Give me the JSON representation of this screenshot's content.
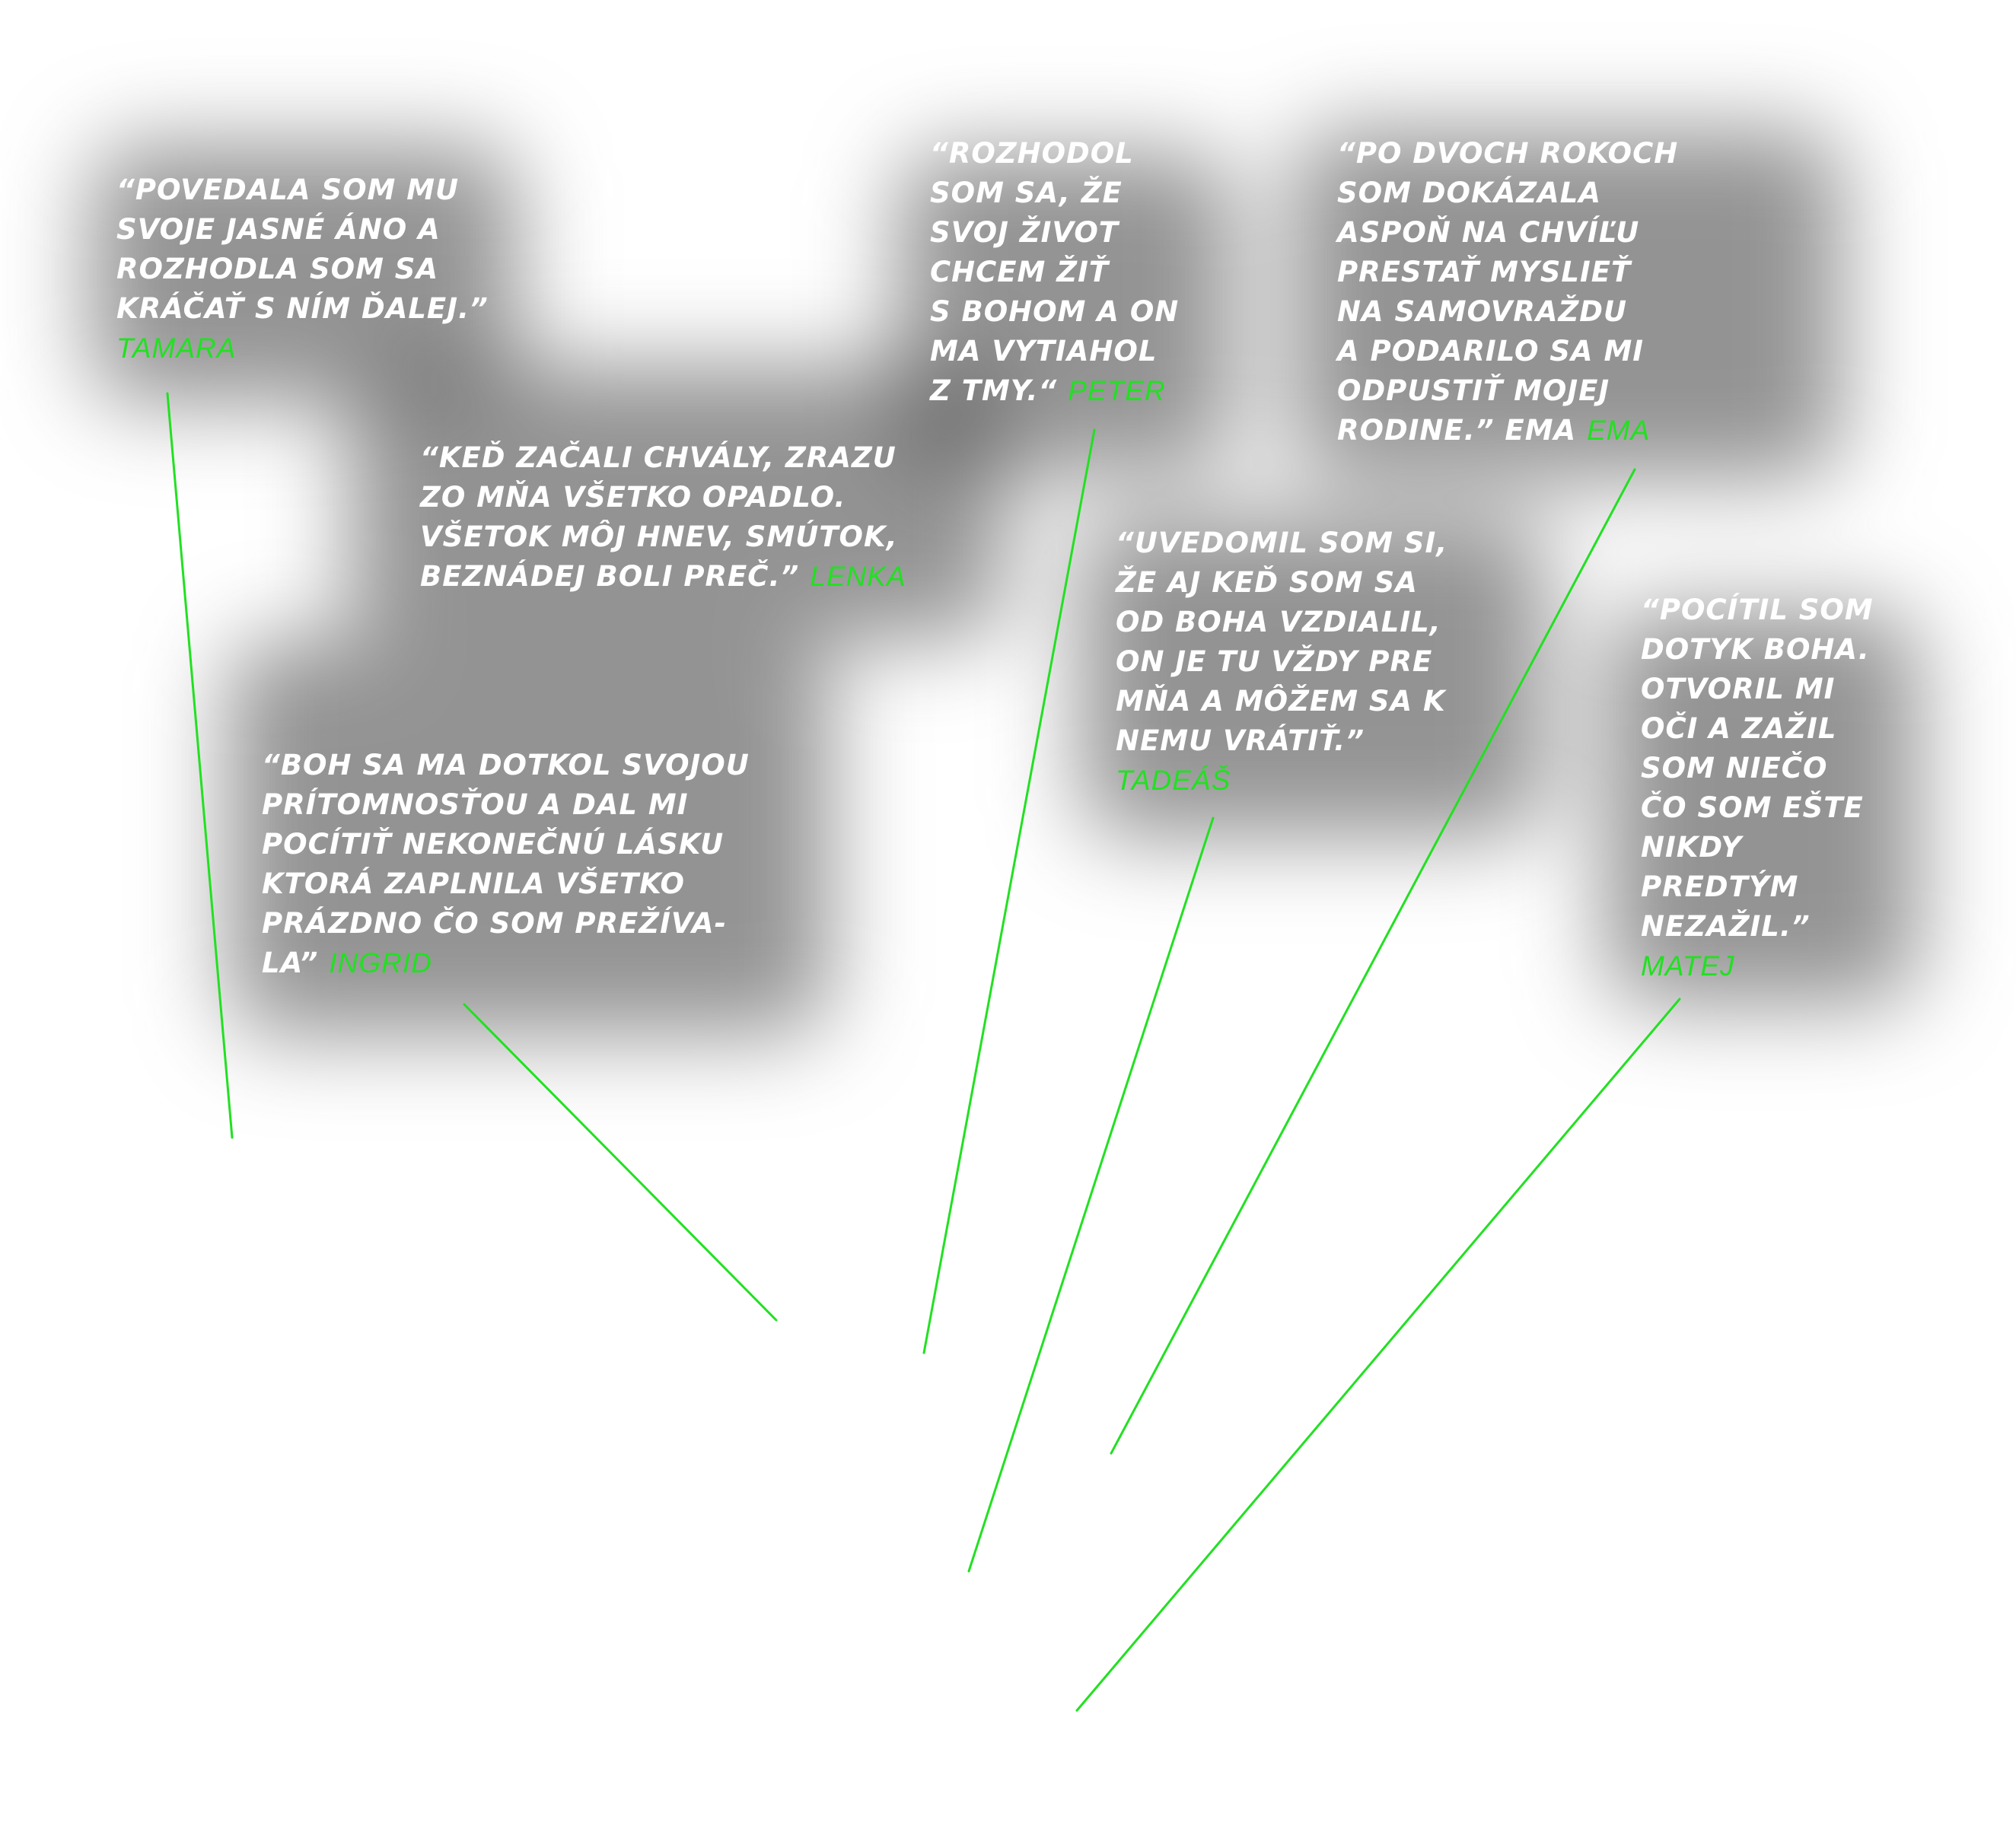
{
  "colors": {
    "background": "#ffffff",
    "quote_text": "#ffffff",
    "name_accent": "#22e022",
    "line": "#22e022",
    "shadow": "#505050"
  },
  "testimonials": [
    {
      "text": "“POVEDALA SOM MU\nSVOJE JASNÉ ÁNO A\nROZHODLA SOM SA\nKRÁČAŤ S NÍM ĎALEJ.”",
      "name": "TAMARA"
    },
    {
      "text": "“ROZHODOL\nSOM SA, ŽE\nSVOJ ŽIVOT\nCHCEM ŽIŤ\nS BOHOM A ON\nMA VYTIAHOL\nZ TMY.“",
      "name": "PETER"
    },
    {
      "text": "“PO DVOCH ROKOCH\nSOM DOKÁZALA\nASPOŇ NA CHVÍĽU\nPRESTAŤ MYSLIEŤ\nNA SAMOVRAŽDU\nA PODARILO SA MI\nODPUSTIŤ MOJEJ\nRODINE.” EMA",
      "name": "EMA"
    },
    {
      "text": "“KEĎ ZAČALI CHVÁLY, ZRAZU\nZO MŇA VŠETKO OPADLO.\nVŠETOK MÔJ HNEV, SMÚTOK,\nBEZNÁDEJ BOLI PREČ.”",
      "name": "LENKA"
    },
    {
      "text": "“UVEDOMIL SOM SI,\nŽE AJ KEĎ SOM SA\nOD BOHA VZDIALIL,\nON JE TU VŽDY PRE\nMŇA A MÔŽEM SA K\nNEMU VRÁTIŤ.”",
      "name": "TADEÁŠ"
    },
    {
      "text": "“POCÍTIL SOM\nDOTYK BOHA.\nOTVORIL MI\nOČI A ZAŽIL\nSOM NIEČO\nČO SOM EŠTE\nNIKDY\nPREDTÝM\nNEZAŽIL.”",
      "name": "MATEJ"
    },
    {
      "text": "“BOH SA MA DOTKOL SVOJOU\nPRÍTOMNOSŤOU A DAL MI\nPOCÍTIŤ NEKONEČNÚ LÁSKU\nKTORÁ ZAPLNILA VŠETKO\nPRÁZDNO ČO SOM PREŽÍVA-\nLA”",
      "name": "INGRID"
    }
  ]
}
